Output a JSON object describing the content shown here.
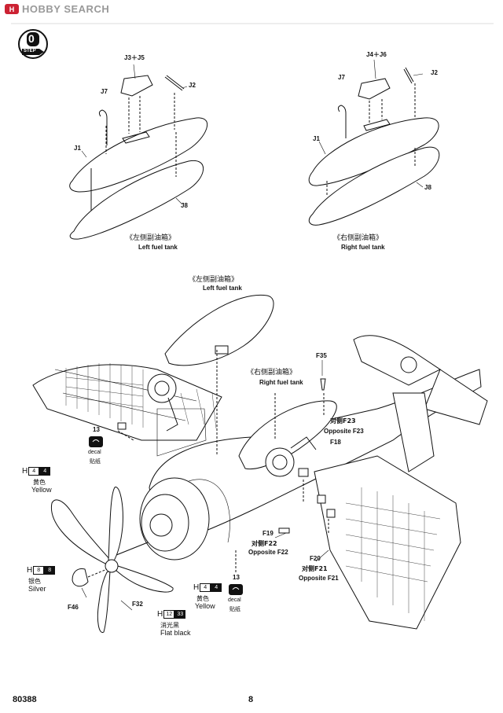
{
  "watermark": {
    "badge": "H",
    "text": "HOBBY SEARCH"
  },
  "step": {
    "number": "0",
    "label": "STEP"
  },
  "top_left": {
    "parts": {
      "j3j5": "J3＋J5",
      "j7": "J7",
      "j2": "J2",
      "j1": "J1",
      "j8": "J8"
    },
    "caption_zh": "《左侧副油箱》",
    "caption_en": "Left fuel tank"
  },
  "top_right": {
    "parts": {
      "j4j6": "J4＋J6",
      "j7": "J7",
      "j2": "J2",
      "j1": "J1",
      "j8": "J8"
    },
    "caption_zh": "《右侧副油箱》",
    "caption_en": "Right fuel tank"
  },
  "main": {
    "left_tank_zh": "《左侧副油箱》",
    "left_tank_en": "Left fuel tank",
    "right_tank_zh": "《右侧副油箱》",
    "right_tank_en": "Right fuel tank",
    "f35": "F35",
    "f23_zh": "对侧F23",
    "f23_en": "Opposite F23",
    "f18": "F18",
    "f19": "F19",
    "f22_zh": "对侧F22",
    "f22_en": "Opposite F22",
    "f20": "F20",
    "f21_zh": "对侧F21",
    "f21_en": "Opposite F21",
    "decal_left_num": "13",
    "decal_left_en": "decal",
    "decal_left_zh": "贴纸",
    "decal_right_num": "13",
    "decal_right_en": "decal",
    "decal_right_zh": "贴纸",
    "f46": "F46",
    "f32": "F32"
  },
  "paints": {
    "yellow_left": {
      "h": "H",
      "a": "4",
      "b": "4",
      "zh": "黄色",
      "en": "Yellow"
    },
    "silver": {
      "h": "H",
      "a": "8",
      "b": "8",
      "zh": "银色",
      "en": "Silver"
    },
    "yellow_right": {
      "h": "H",
      "a": "4",
      "b": "4",
      "zh": "黄色",
      "en": "Yellow"
    },
    "flat_black": {
      "h": "H",
      "a": "12",
      "b": "33",
      "zh": "消光黑",
      "en": "Flat black"
    }
  },
  "footer": {
    "code": "80388",
    "page": "8"
  }
}
